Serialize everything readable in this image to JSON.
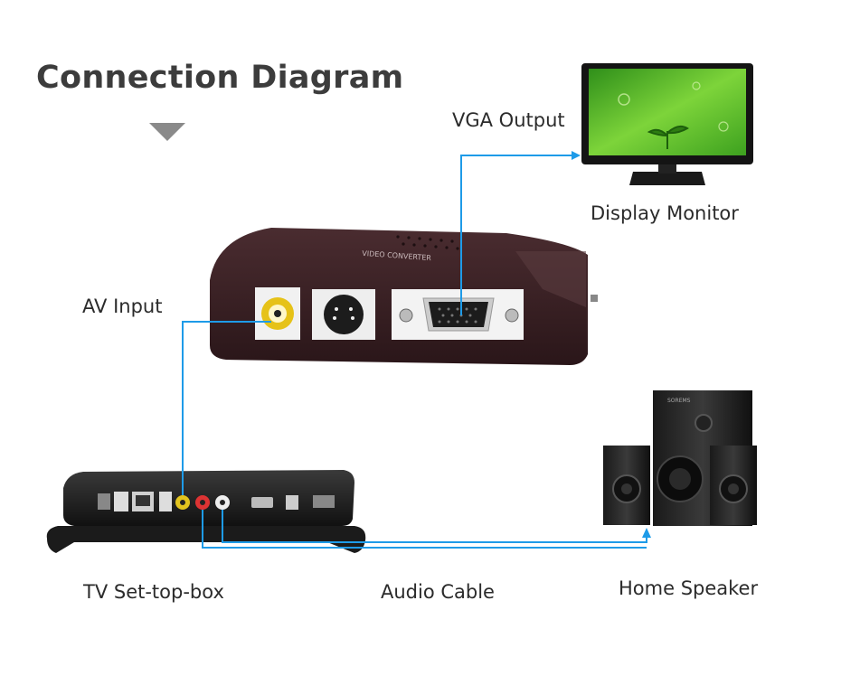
{
  "title": "Connection Diagram",
  "labels": {
    "vga_output": "VGA Output",
    "display_monitor": "Display Monitor",
    "av_input": "AV Input",
    "tv_settop_box": "TV Set-top-box",
    "audio_cable": "Audio Cable",
    "home_speaker": "Home Speaker"
  },
  "device_text": {
    "converter": "VIDEO CONVERTER",
    "speaker_brand": "SOREMS"
  },
  "colors": {
    "cable": "#1e9be8",
    "title": "#3c3c3c",
    "converter_body": "#3a2226",
    "screen": "#6fc82e"
  },
  "icons": {
    "pointer": "triangle-down-icon"
  }
}
